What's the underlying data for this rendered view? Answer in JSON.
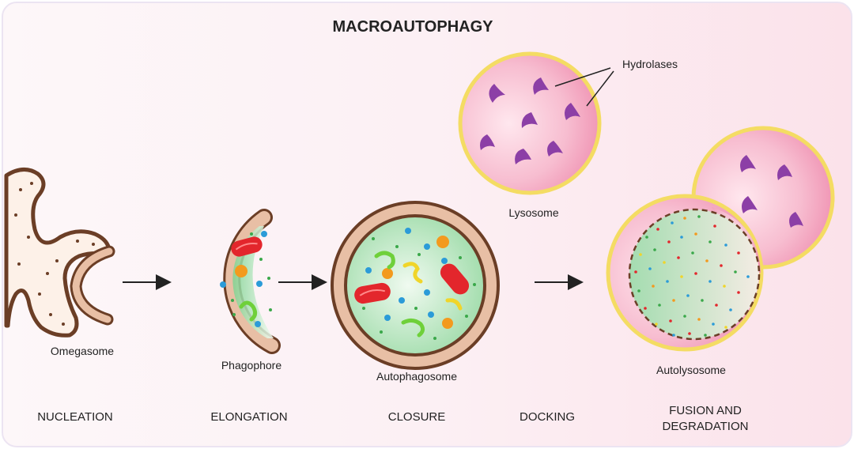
{
  "title": "MACROAUTOPHAGY",
  "structures": {
    "omegasome": "Omegasome",
    "phagophore": "Phagophore",
    "autophagosome": "Autophagosome",
    "lysosome": "Lysosome",
    "hydrolases": "Hydrolases",
    "autolysosome": "Autolysosome"
  },
  "stages": {
    "nucleation": "NUCLEATION",
    "elongation": "ELONGATION",
    "closure": "CLOSURE",
    "docking": "DOCKING",
    "fusion_line1": "FUSION AND",
    "fusion_line2": "DEGRADATION"
  },
  "colors": {
    "membrane_brown": "#6b3e26",
    "membrane_fill": "#e8bfa5",
    "cytosol_green": "#8fd9a0",
    "lysosome_pink": "#f3a7bf",
    "lysosome_rim": "#f4dc63",
    "hydrolase_purple": "#8c3fa6",
    "mitochondria_red": "#e3262c",
    "dot_blue": "#2b9bd8",
    "dot_orange": "#f39a1e",
    "dot_green": "#3aa84a",
    "dot_yellow": "#f0d52a"
  }
}
